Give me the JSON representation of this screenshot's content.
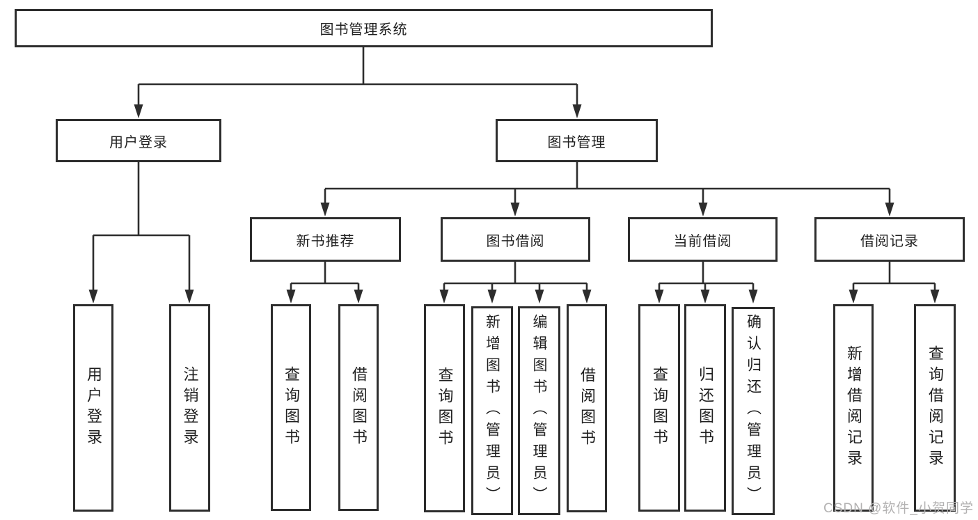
{
  "diagram_title": "图书管理系统",
  "colors": {
    "line": "#2d2d2d",
    "text": "#1f1f1f",
    "watermark": "#b3b2b2",
    "background": "#ffffff"
  },
  "tree": {
    "root": {
      "label": "图书管理系统"
    },
    "level2": [
      {
        "label": "用户登录",
        "children": [
          {
            "label": "用户登录"
          },
          {
            "label": "注销登录"
          }
        ]
      },
      {
        "label": "图书管理",
        "children": [
          {
            "label": "新书推荐",
            "children": [
              {
                "label": "查询图书"
              },
              {
                "label": "借阅图书"
              }
            ]
          },
          {
            "label": "图书借阅",
            "children": [
              {
                "label": "查询图书"
              },
              {
                "label": "新增图书（管理员）"
              },
              {
                "label": "编辑图书（管理员）"
              },
              {
                "label": "借阅图书"
              }
            ]
          },
          {
            "label": "当前借阅",
            "children": [
              {
                "label": "查询图书"
              },
              {
                "label": "归还图书"
              },
              {
                "label": "确认归还（管理员）"
              }
            ]
          },
          {
            "label": "借阅记录",
            "children": [
              {
                "label": "新增借阅记录"
              },
              {
                "label": "查询借阅记录"
              }
            ]
          }
        ]
      }
    ]
  },
  "watermark": {
    "text": "CSDN @软件_小贺同学"
  }
}
